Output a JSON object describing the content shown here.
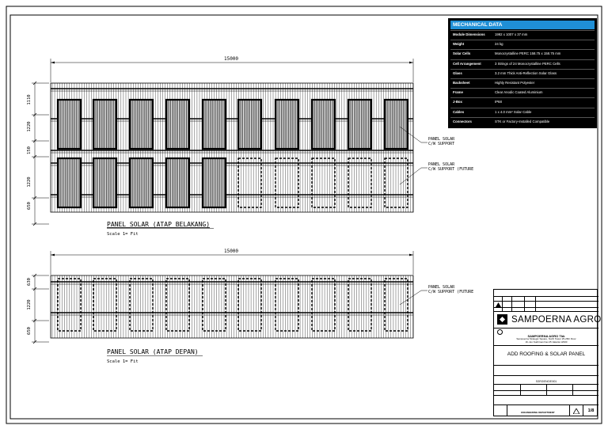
{
  "mechanical_data": {
    "title": "MECHANICAL DATA",
    "rows": [
      {
        "key": "Module Dimensions",
        "value": "1992 x 1007 x 37 mm"
      },
      {
        "key": "Weight",
        "value": "24 kg"
      },
      {
        "key": "Solar Cells",
        "value": "Monocrystalline PERC 158.75 x 158.75 mm"
      },
      {
        "key": "Cell Arrangement",
        "value": "3 Strings of 24 Monocrystalline PERC Cells"
      },
      {
        "key": "Glass",
        "value": "3.2 mm Thick Anti-Reflection Solar Glass"
      },
      {
        "key": "Backsheet",
        "value": "Highly Resistant Polyester"
      },
      {
        "key": "Frame",
        "value": "Clear Anodic Coated Aluminium"
      },
      {
        "key": "J-Box",
        "value": "IP68"
      },
      {
        "key": "Cables",
        "value": "1 x 4.0 mm² Solar Cable"
      },
      {
        "key": "Connectors",
        "value": "STK or Factory-Installed Compatible"
      }
    ]
  },
  "top_view": {
    "overall_dim": "15000",
    "dims": [
      "1110",
      "1220",
      "150",
      "1220",
      "650"
    ],
    "callout_1": "PANEL SOLAR\nC/W SUPPORT",
    "callout_2": "PANEL SOLAR\nC/W SUPPORT (FUTURE",
    "title": "PANEL SOLAR (ATAP BELAKANG)",
    "scale": "Scale 1= Fit"
  },
  "bottom_view": {
    "overall_dim": "15000",
    "dims": [
      "630",
      "1220",
      "650"
    ],
    "callout": "PANEL SOLAR\nC/W SUPPORT (FUTURE",
    "title": "PANEL SOLAR (ATAP DEPAN)",
    "scale": "Scale 1= Fit"
  },
  "title_block": {
    "company_logo_text": "SAMPOERNA AGRO",
    "owner": "SAMPOERNA AGRO Tbk",
    "address": "Sampoerna Strategic Square, North Tower 25-26th Floor\nJln.Jen.Sudirman Kav.45 Jakarta 12930",
    "project": "ADD ROOFING & SOLAR PANEL",
    "drawing_no": "SGRO/ENG/E/001",
    "department": "ENGINEERING DEPARTMENT",
    "sheet": "1/8"
  }
}
